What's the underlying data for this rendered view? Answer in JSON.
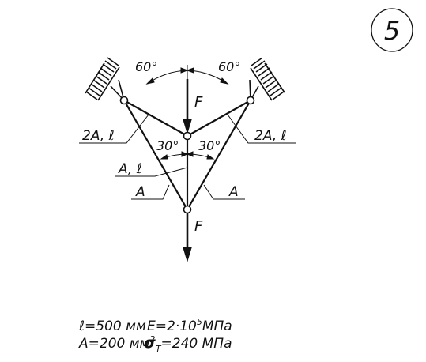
{
  "problem_number": "5",
  "angles": {
    "upper_left": "60°",
    "upper_right": "60°",
    "middle_left": "30°",
    "middle_right": "30°"
  },
  "forces": {
    "upper": "F",
    "lower": "F"
  },
  "rod_labels": {
    "left_upper": "2A, ℓ",
    "right_upper": "2A, ℓ",
    "middle": "A, ℓ",
    "left_lower": "A",
    "right_lower": "A"
  },
  "given": {
    "length": "ℓ=500 мм",
    "area_prefix": "A=200 мм",
    "area_exp": "2",
    "modulus_prefix": "E=2·10",
    "modulus_exp": "5",
    "modulus_unit": "МПа",
    "yield_symbol": "σ",
    "yield_sub": "T",
    "yield_value": "=240 МПа"
  },
  "colors": {
    "ink": "#111111",
    "background": "#ffffff"
  }
}
